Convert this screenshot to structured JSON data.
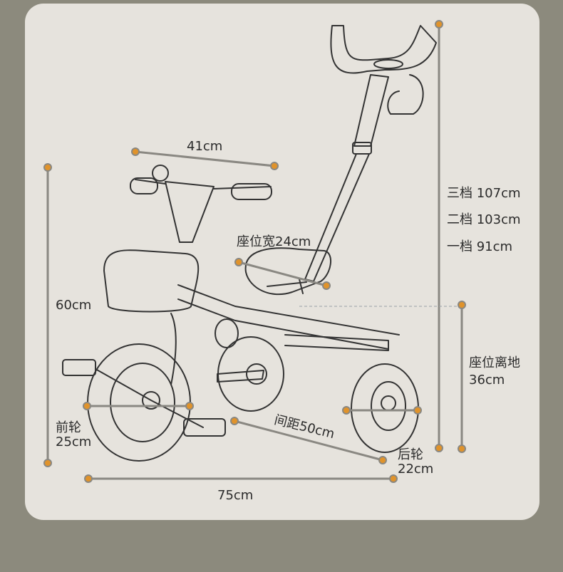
{
  "colors": {
    "page_bg": "#8c8a7d",
    "card_bg": "#e6e3dd",
    "line": "#8a8882",
    "dot": "#e0932b",
    "outline": "#333333"
  },
  "dimensions": {
    "handlebar_width": "41cm",
    "height_levels": [
      "三档 107cm",
      "二档 103cm",
      "一档 91cm"
    ],
    "seat_width": "座位宽24cm",
    "overall_height": "60cm",
    "seat_height_label": "座位离地",
    "seat_height_value": "36cm",
    "front_wheel_label": "前轮",
    "front_wheel_value": "25cm",
    "wheel_spacing": "间距50cm",
    "rear_wheel_label": "后轮",
    "rear_wheel_value": "22cm",
    "overall_length": "75cm"
  }
}
